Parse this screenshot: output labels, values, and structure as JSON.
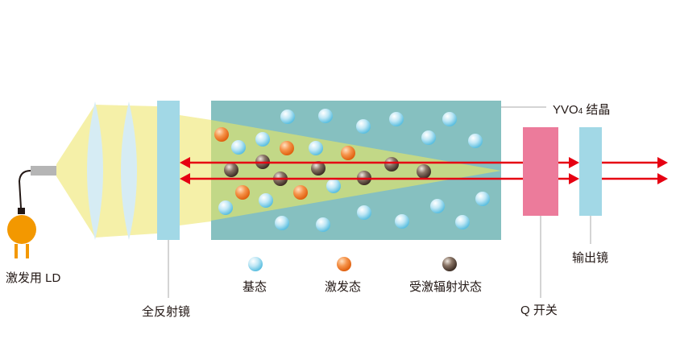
{
  "labels": {
    "ld": "激发用 LD",
    "full_mirror": "全反射镜",
    "crystal_main": "YVO",
    "crystal_sub": "4",
    "crystal_suffix": " 结晶",
    "q_switch": "Q 开关",
    "output_mirror": "输出镜"
  },
  "legend": [
    {
      "label": "基态",
      "color": "#8fd3ea"
    },
    {
      "label": "激发态",
      "color": "#f07c2c"
    },
    {
      "label": "受激辐射状态",
      "color": "#6e5a4c"
    }
  ],
  "colors": {
    "crystal": "#86c0c0",
    "pump_beam": "#f5f0a8",
    "gain_cone": "#c2d887",
    "mirror": "#a2d8e6",
    "q_switch": "#ec7b9b",
    "laser": "#e60012",
    "ld_body": "#f39800"
  }
}
